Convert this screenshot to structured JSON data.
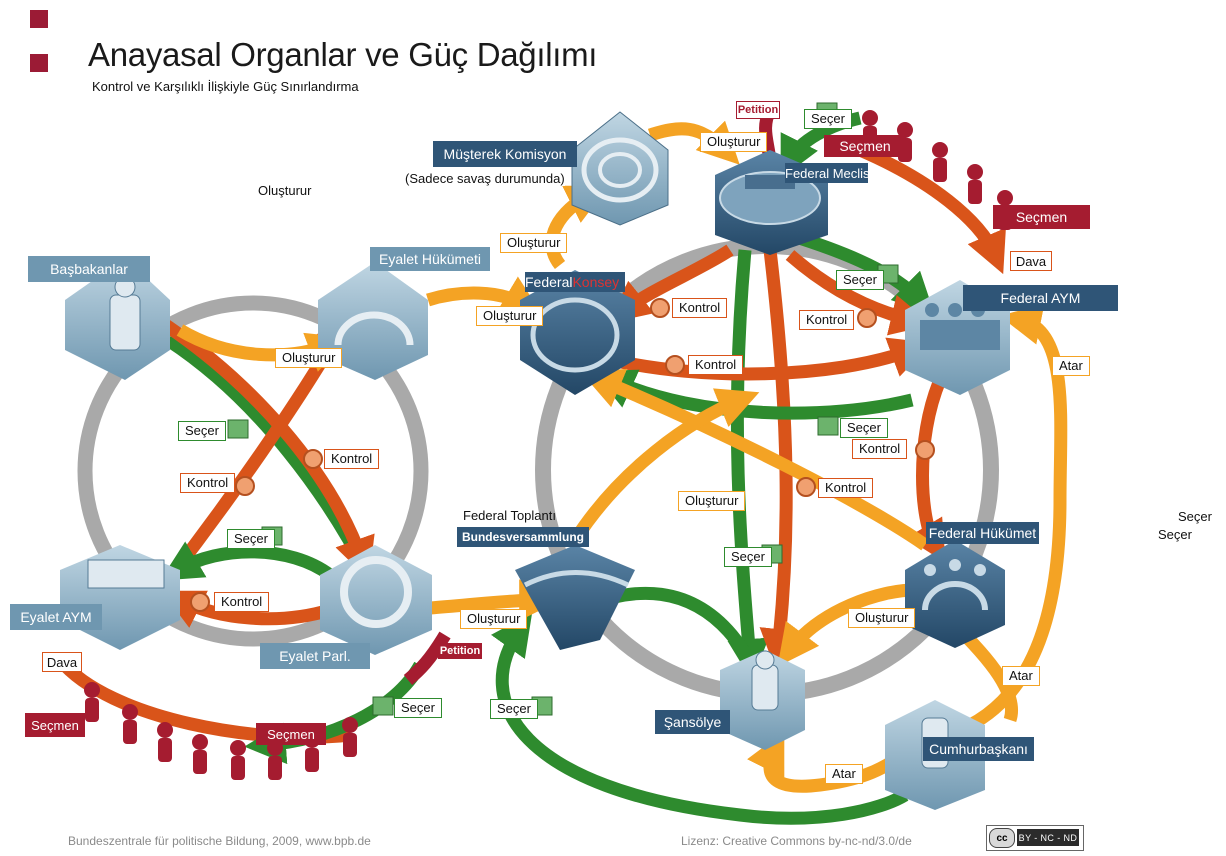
{
  "title": "Anayasal Organlar ve Güç Dağılımı",
  "subtitle": "Kontrol ve Karşılıklı İlişkiyle Güç Sınırlandırma",
  "colors": {
    "accent": "#9b1b35",
    "control_arrow": "#d9541a",
    "create_arrow": "#f4a324",
    "elect_arrow": "#2e8b2e",
    "ring": "#a9a9a9",
    "organ_dark": "#2f5577",
    "organ_light": "#8fb1c6",
    "voter": "#a51c30",
    "label_bg": "#ffffff"
  },
  "free_text": {
    "olusturur_top": "Oluşturur",
    "secer_right_1": "Seçer",
    "secer_right_2": "Seçer"
  },
  "organs": {
    "musterek_komisyon": "Müşterek Komisyon",
    "musterek_note": "(Sadece savaş durumunda)",
    "federal_meclis": "Federal Meclis",
    "federal_konsey_1": "Federal ",
    "federal_konsey_2": "Konsey",
    "federal_aym": "Federal AYM",
    "federal_hukumet": "Federal Hükümet",
    "federal_toplanti": "Federal Toplantı",
    "bundesversammlung": "Bundesversammlung",
    "sansolye": "Şansölye",
    "cumhurbaskani": "Cumhurbaşkanı",
    "basbakanlar": "Başbakanlar",
    "eyalet_hukumeti": "Eyalet Hükümeti",
    "eyalet_aym": "Eyalet AYM",
    "eyalet_parl": "Eyalet Parl."
  },
  "voters": {
    "secmen_top": "Seçmen",
    "secmen_right": "Seçmen",
    "secmen_left": "Seçmen",
    "secmen_bottom": "Seçmen"
  },
  "labels": {
    "olusturur": "Oluşturur",
    "kontrol": "Kontrol",
    "secer": "Seçer",
    "atar": "Atar",
    "dava": "Dava",
    "petition": "Petition"
  },
  "footer": {
    "left": "Bundeszentrale für politische Bildung, 2009, www.bpb.de",
    "right": "Lizenz: Creative Commons by-nc-nd/3.0/de",
    "cc_badge": "cc",
    "cc_terms": "BY - NC - ND"
  }
}
